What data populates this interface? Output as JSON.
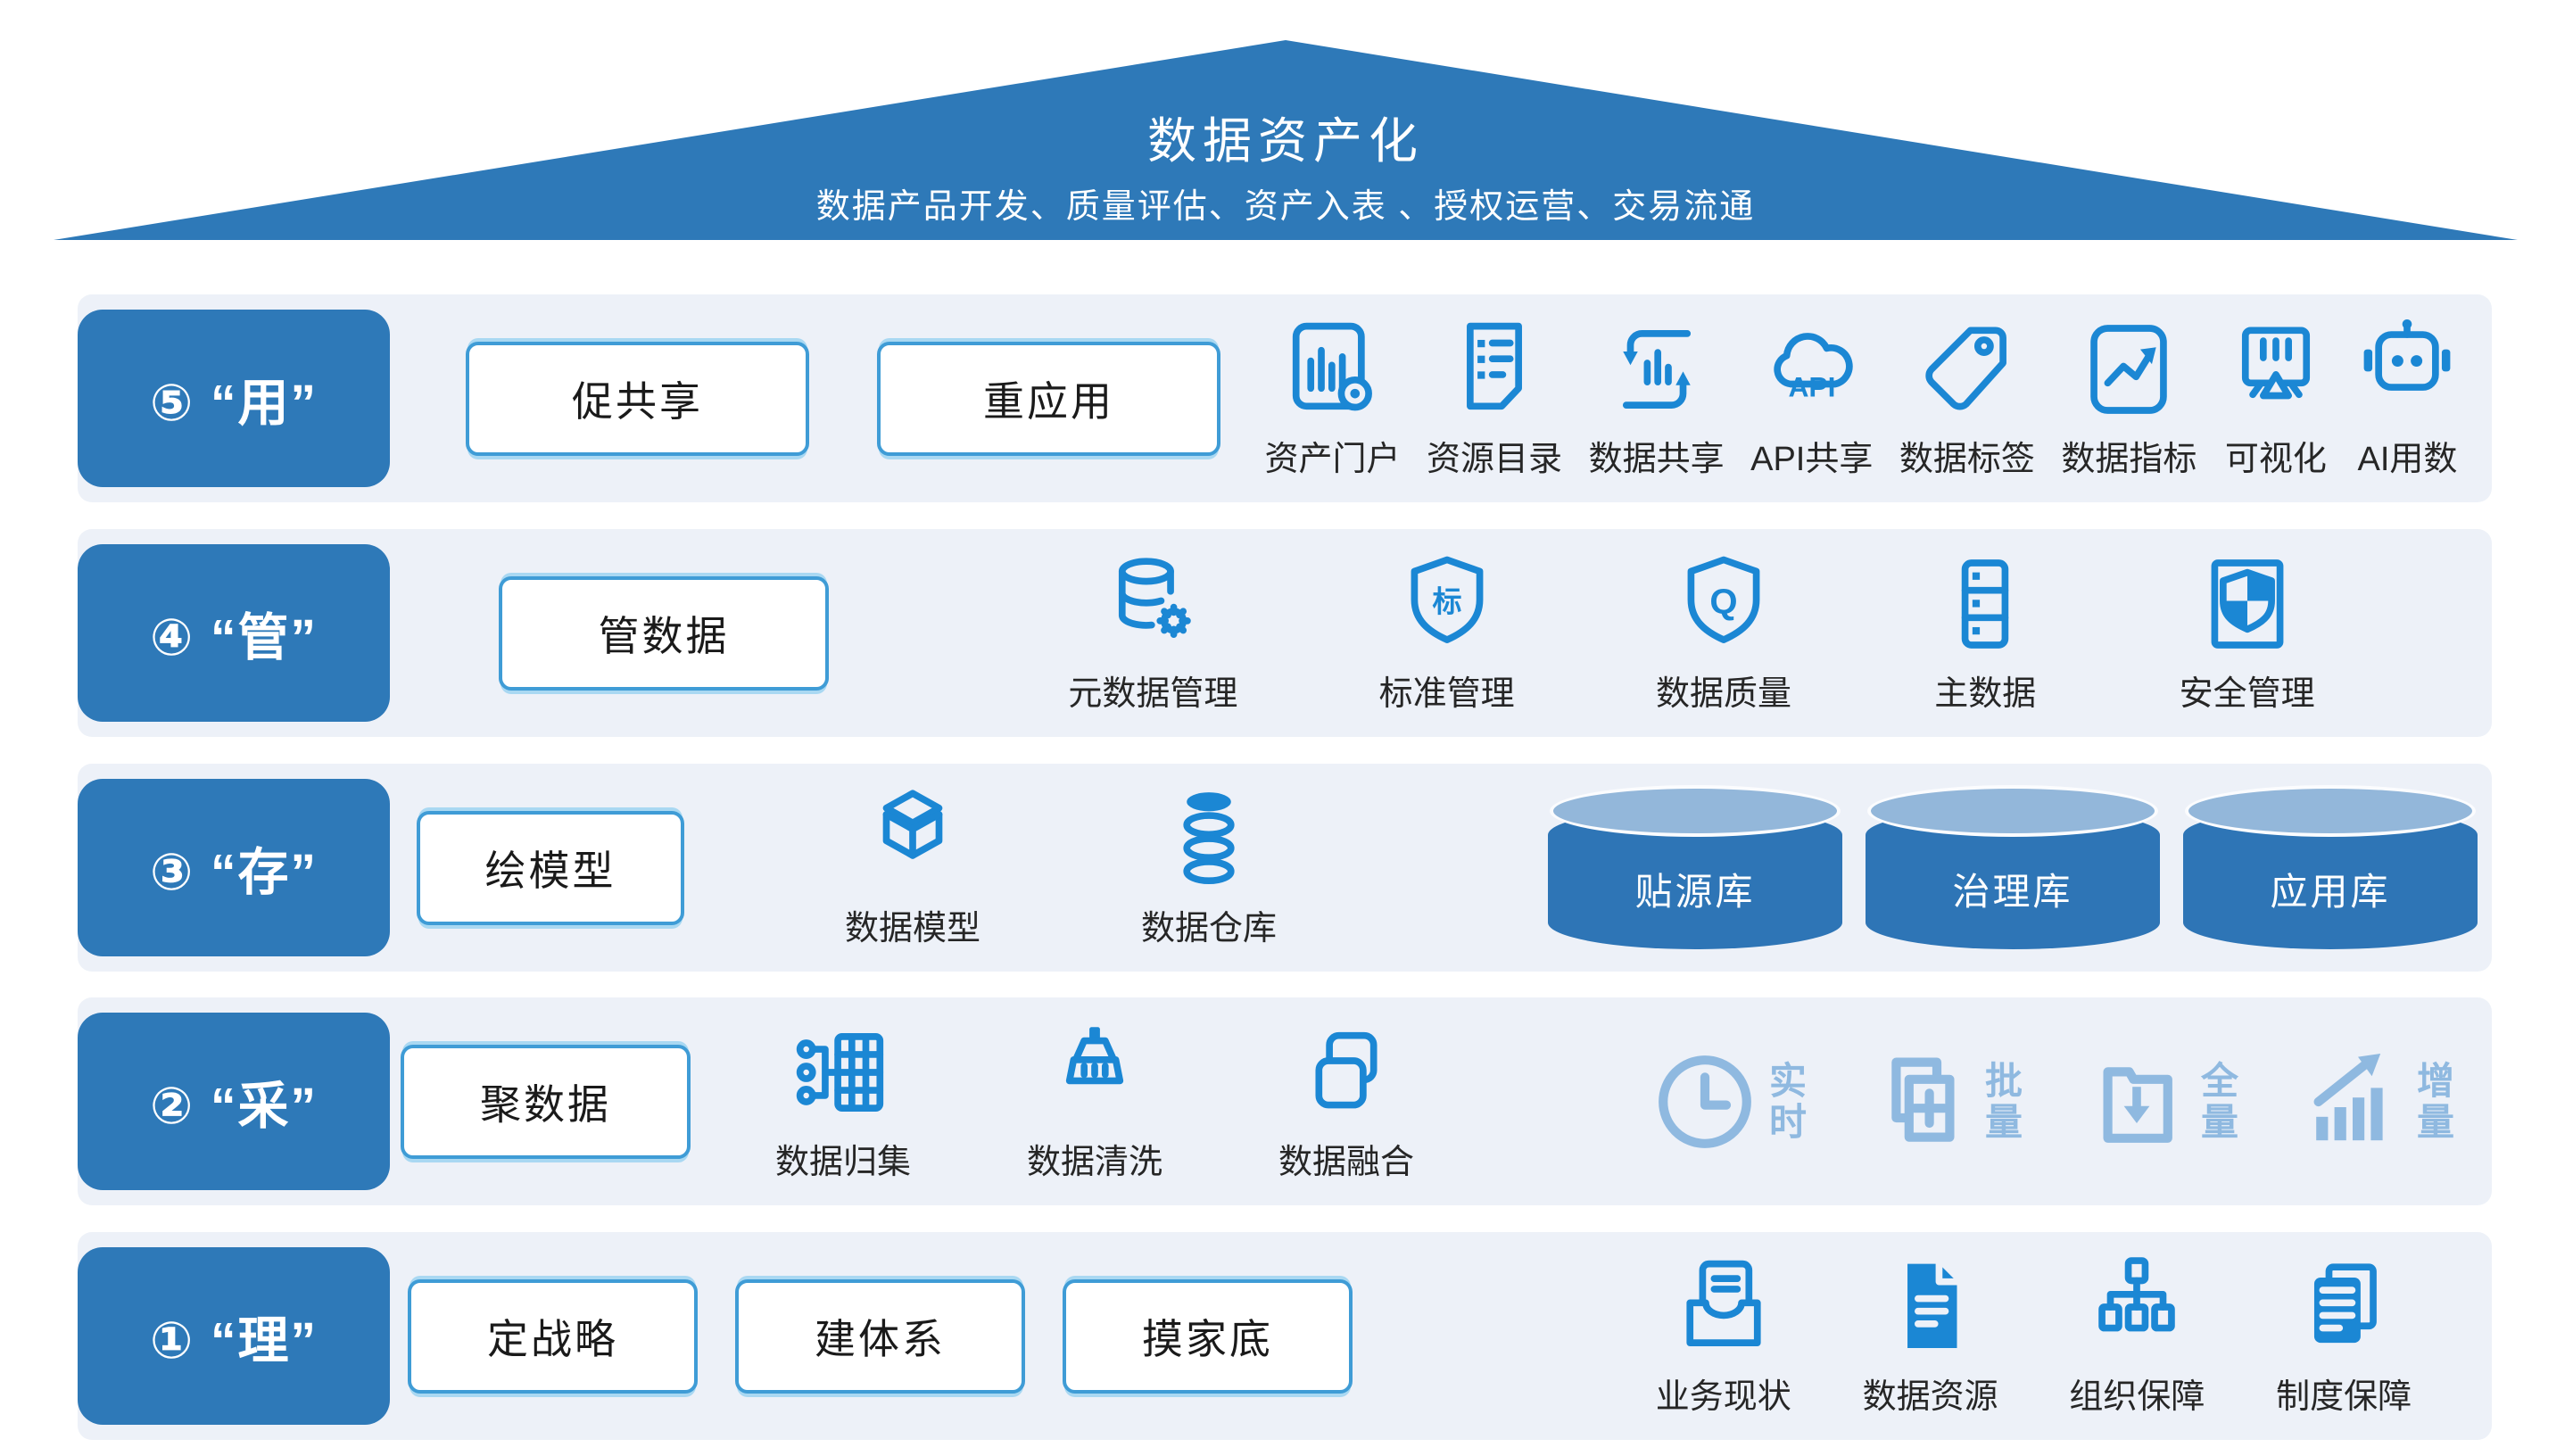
{
  "colors": {
    "brand_blue": "#2e79b8",
    "icon_blue": "#1b87d4",
    "light_icon_blue": "#8fb9e0",
    "row_background": "#edf1f8",
    "button_border": "#3f9cd6",
    "cylinder_body": "#2e75b6",
    "cylinder_top": "#93b7da",
    "text_dark": "#262626"
  },
  "roof": {
    "title": "数据资产化",
    "subtitle": "数据产品开发、质量评估、资产入表 、授权运营、交易流通"
  },
  "rows": {
    "use": {
      "label": "⑤ “用”",
      "buttons": [
        "促共享",
        "重应用"
      ],
      "icons": [
        {
          "label": "资产门户"
        },
        {
          "label": "资源目录"
        },
        {
          "label": "数据共享"
        },
        {
          "label": "API共享",
          "glyph": "API"
        },
        {
          "label": "数据标签"
        },
        {
          "label": "数据指标"
        },
        {
          "label": "可视化"
        },
        {
          "label": "AI用数"
        }
      ]
    },
    "manage": {
      "label": "④ “管”",
      "buttons": [
        "管数据"
      ],
      "icons": [
        {
          "label": "元数据管理"
        },
        {
          "label": "标准管理",
          "glyph": "标"
        },
        {
          "label": "数据质量",
          "glyph": "Q"
        },
        {
          "label": "主数据"
        },
        {
          "label": "安全管理"
        }
      ]
    },
    "store": {
      "label": "③ “存”",
      "buttons": [
        "绘模型"
      ],
      "icons": [
        {
          "label": "数据模型"
        },
        {
          "label": "数据仓库"
        }
      ],
      "cylinders": [
        "贴源库",
        "治理库",
        "应用库"
      ]
    },
    "collect": {
      "label": "② “采”",
      "buttons": [
        "聚数据"
      ],
      "icons": [
        {
          "label": "数据归集"
        },
        {
          "label": "数据清洗"
        },
        {
          "label": "数据融合"
        }
      ],
      "modes": [
        {
          "label": "实时"
        },
        {
          "label": "批量"
        },
        {
          "label": "全量"
        },
        {
          "label": "增量"
        }
      ]
    },
    "govern": {
      "label": "① “理”",
      "buttons": [
        "定战略",
        "建体系",
        "摸家底"
      ],
      "icons": [
        {
          "label": "业务现状"
        },
        {
          "label": "数据资源"
        },
        {
          "label": "组织保障"
        },
        {
          "label": "制度保障"
        }
      ]
    }
  }
}
